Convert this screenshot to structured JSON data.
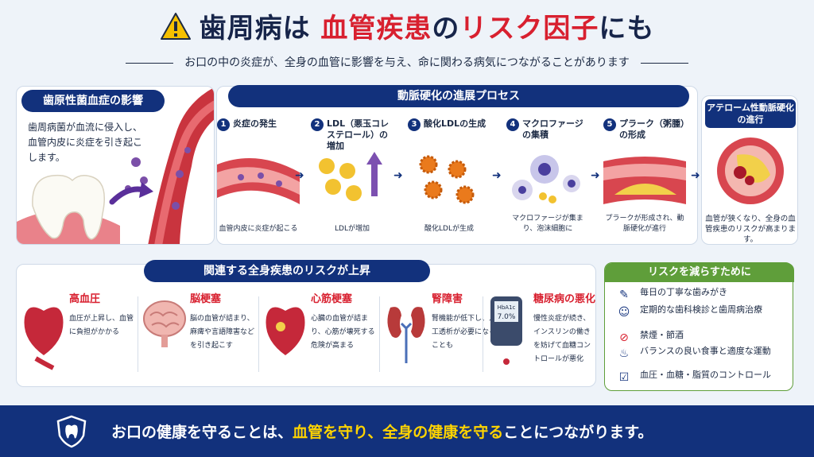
{
  "title": {
    "part1": "歯周病は ",
    "part2": "血管疾患",
    "part3": "の",
    "part4": "リスク因子",
    "part5": "にも"
  },
  "subtitle": "お口の中の炎症が、全身の血管に影響を与え、命に関わる病気につながることがあります",
  "influence": {
    "heading": "歯原性菌血症の影響",
    "desc": "歯周病菌が血流に侵入し、血管内皮に炎症を引き起こします。"
  },
  "process": {
    "heading": "動脈硬化の進展プロセス",
    "steps": [
      {
        "num": "1",
        "title": "炎症の発生",
        "caption": "血管内皮に炎症が起こる"
      },
      {
        "num": "2",
        "title": "LDL（悪玉コレステロール）の増加",
        "caption": "LDLが増加"
      },
      {
        "num": "3",
        "title": "酸化LDLの生成",
        "caption": "酸化LDLが生成"
      },
      {
        "num": "4",
        "title": "マクロファージの集積",
        "caption": "マクロファージが集まり、泡沫細胞に"
      },
      {
        "num": "5",
        "title": "プラーク（粥腫）の形成",
        "caption": "プラークが形成され、動脈硬化が進行"
      }
    ]
  },
  "atheroma": {
    "heading": "アテローム性動脈硬化の進行",
    "caption": "血管が狭くなり、全身の血管疾患のリスクが高まります。"
  },
  "diseases": {
    "heading": "関連する全身疾患のリスクが上昇",
    "items": [
      {
        "name": "高血圧",
        "text": "血圧が上昇し、血管に負担がかかる"
      },
      {
        "name": "脳梗塞",
        "text": "脳の血管が詰まり、麻痺や言語障害などを引き起こす"
      },
      {
        "name": "心筋梗塞",
        "text": "心臓の血管が詰まり、心筋が壊死する危険が高まる"
      },
      {
        "name": "腎障害",
        "text": "腎機能が低下し、人工透析が必要になることも"
      },
      {
        "name": "糖尿病の悪化",
        "text": "慢性炎症が続き、インスリンの働きを妨げて血糖コントロールが悪化"
      }
    ],
    "meter_label": "HbA1c",
    "meter_value": "7.0%"
  },
  "reduce": {
    "heading": "リスクを減らすために",
    "tips": [
      {
        "icon": "toothbrush-icon",
        "text": "毎日の丁寧な歯みがき"
      },
      {
        "icon": "dentist-icon",
        "text": "定期的な歯科検診と歯周病治療"
      },
      {
        "icon": "no-smoking-icon",
        "text": "禁煙・節酒"
      },
      {
        "icon": "running-icon",
        "text": "バランスの良い食事と適度な運動"
      },
      {
        "icon": "checklist-icon",
        "text": "血圧・血糖・脂質のコントロール"
      }
    ]
  },
  "footer": {
    "part1": "お口の健康を守ることは、",
    "part2": "血管を守り、全身の健康を守る",
    "part3": "ことにつながります。"
  },
  "colors": {
    "navy": "#12317c",
    "red": "#d8202f",
    "green": "#5f9e3a",
    "yellow": "#ffd400"
  }
}
